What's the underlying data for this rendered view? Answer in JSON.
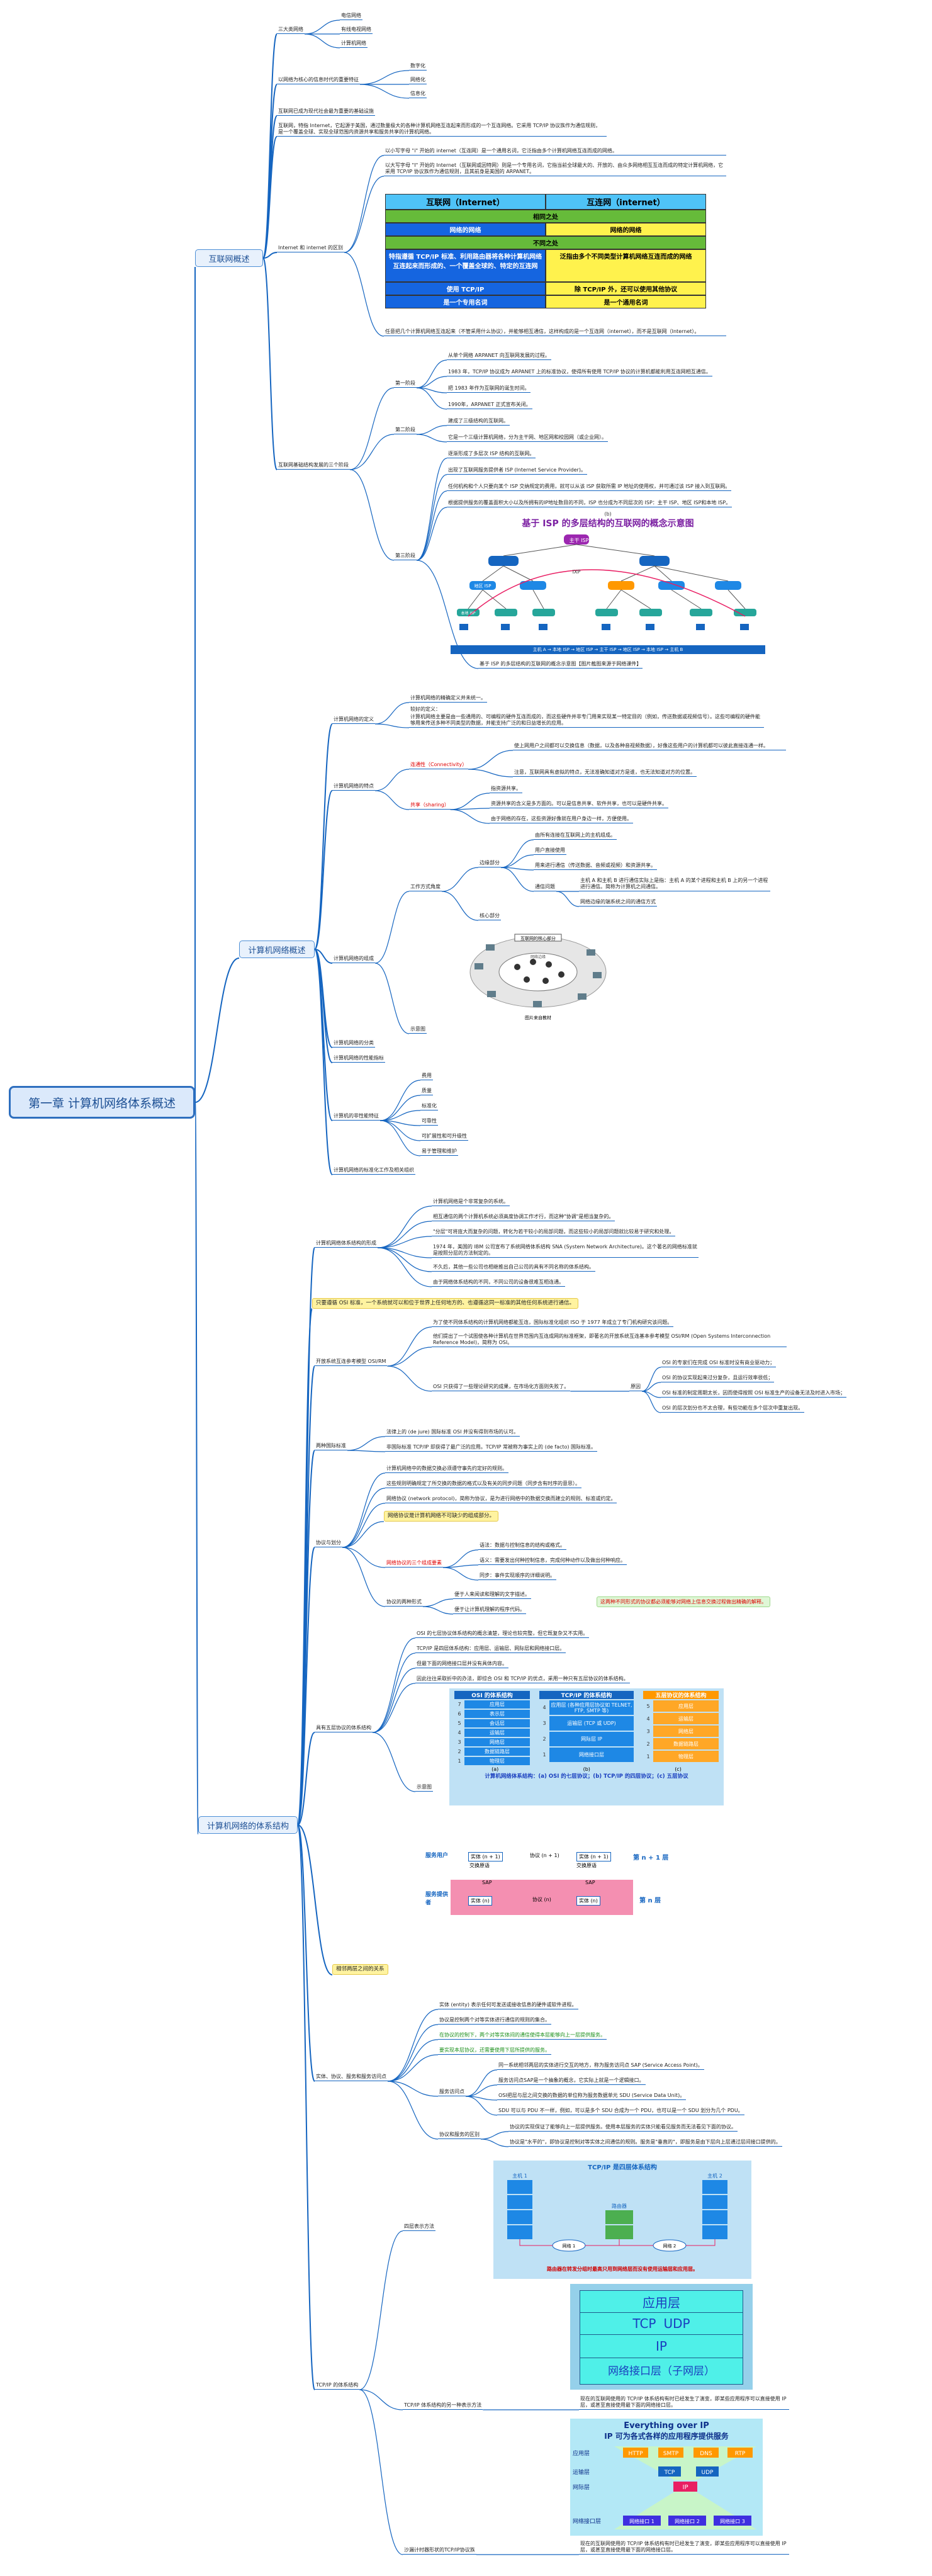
{
  "title": "第一章 计算机网络体系概述",
  "sections": {
    "s1": "互联网概述",
    "s2": "计算机网络概述",
    "s3": "计算机网络的体系结构"
  },
  "s1": {
    "triple_nets": {
      "label": "三大类网络",
      "items": [
        "电信网络",
        "有线电视网络",
        "计算机网络"
      ]
    },
    "features": {
      "label": "以网络为核心的信息时代的重要特征",
      "items": [
        "数字化",
        "网络化",
        "信息化"
      ]
    },
    "rows": [
      "互联网已成为现代社会最为重要的基础设施",
      "互联网，特指 Internet，它起源于美国，通过数量极大的各种计算机网络互连起来而形成的一个互连网络。它采用 TCP/IP 协议族作为通信规则，是一个覆盖全球、实现全球范围内资源共享和服务共享的计算机网络。"
    ],
    "inet_diff": {
      "label": "Internet 和 internet 的区别",
      "text1": "以小写字母 \"i\" 开始的 internet（互连网）是一个通用名词，它泛指由多个计算机网络互连而成的网络。",
      "text2": "以大写字母 \"I\" 开始的 Internet（互联网或因特网）则是一个专用名词，它指当前全球最大的、开放的、由众多网络相互互连而成的特定计算机网络，它采用 TCP/IP 协议族作为通信规则，且其前身是美国的 ARPANET。",
      "table": {
        "h1": "互联网（Internet）",
        "h2": "互连网（internet）",
        "same": "相同之处",
        "same_l": "网络的网络",
        "same_r": "网络的网络",
        "diff": "不同之处",
        "d1_l": "特指遵循 TCP/IP 标准、利用路由器将各种计算机网络互连起来而形成的、一个覆盖全球的、特定的互连网",
        "d1_r": "泛指由多个不同类型计算机网络互连而成的网络",
        "d2_l": "使用 TCP/IP",
        "d2_r": "除 TCP/IP 外，还可以使用其他协议",
        "d3_l": "是一个专用名词",
        "d3_r": "是一个通用名词"
      },
      "text3": "任意把几个计算机网络互连起来（不管采用什么协议），并能够相互通信，这样构成的是一个互连网（internet），而不是互联网（Internet）。"
    },
    "stages": {
      "label": "互联网基础结构发展的三个阶段",
      "p1": {
        "label": "第一阶段",
        "items": [
          "从单个网络 ARPANET 向互联网发展的过程。",
          "1983 年，TCP/IP 协议成为 ARPANET 上的标准协议，使得所有使用 TCP/IP 协议的计算机都能利用互连网相互通信。",
          "把 1983 年作为互联网的诞生时间。",
          "1990年，ARPANET 正式宣布关闭。"
        ]
      },
      "p2": {
        "label": "第二阶段",
        "items": [
          "建成了三级结构的互联网。",
          "它是一个三级计算机网络，分为主干网、地区网和校园网（或企业网）。"
        ]
      },
      "p3": {
        "label": "第三阶段",
        "items": [
          "逐渐形成了多层次 ISP 结构的互联网。",
          "出现了互联网服务提供者 ISP (Internet Service Provider)。",
          "任何机构和个人只要向某个 ISP 交纳规定的费用，就可以从该 ISP 获取所需 IP 地址的使用权，并可通过该 ISP 接入到互联网。",
          "根据提供服务的覆盖面积大小以及所拥有的IP地址数目的不同，ISP 也分成为不同层次的 ISP：主干 ISP、地区 ISP和本地 ISP。"
        ],
        "diagram_label": "(b)",
        "diagram_title": "基于 ISP 的多层结构的互联网的概念示意图",
        "tier1": "主干 ISP",
        "tier2": "地区 ISP",
        "tier3": "本地 ISP",
        "ixp": "IXP",
        "legend": "主机 A → 本地 ISP → 地区 ISP → 主干 ISP → 地区 ISP → 本地 ISP → 主机 B",
        "caption": "基于 ISP 的多层结构的互联网的概念示意图【图片截图来源于网络课件】"
      }
    }
  },
  "s2": {
    "def": {
      "label": "计算机网络的定义",
      "l1": "计算机网络的精确定义并未统一。",
      "l2": "较好的定义：",
      "l3": "计算机网络主要是由一些通用的、可编程的硬件互连而成的，而这些硬件并非专门用来实现某一特定目的（例如，传送数据或视频信号）。这些可编程的硬件能够用来传送多种不同类型的数据，并能支持广泛的和日益增长的应用。"
    },
    "traits": {
      "label": "计算机网络的特点",
      "conn": "连通性（Connectivity）",
      "conn_items": [
        "使上网用户之间都可以交换信息（数据，以及各种音视频数据），好像这些用户的计算机都可以彼此直接连通一样。",
        "注意，互联网具有虚拟的特点，无法准确知道对方是谁，也无法知道对方的位置。"
      ],
      "share": "共享（sharing）",
      "share_items": [
        "指资源共享。",
        "资源共享的含义是多方面的。可以是信息共享、软件共享，也可以是硬件共享。",
        "由于网络的存在，这些资源好像就在用户身边一样，方便使用。"
      ]
    },
    "composition": {
      "label": "计算机网络的组成",
      "work": "工作方式角度",
      "edge": "边缘部分",
      "edge_items": [
        "由所有连接在互联网上的主机组成。"
      ],
      "user_resource": "用户直接使用",
      "comm": "用来进行通信（传送数据、音频或视频）和资源共享。",
      "mode": "通信问题",
      "mode_l1": "主机 A 和主机 B 进行通信实际上是指：主机 A 的某个进程和主机 B 上的另一个进程进行通信。简称为计算机之间通信。",
      "mode_l2": "网络边缘的端系统之间的通信方式",
      "core": "核心部分",
      "diagram_title": "互联网的核心部分",
      "diagram_sub": "网络边缘",
      "diagram_caption": "图片来自教材",
      "diagram_label": "示意图"
    },
    "others": [
      "计算机网络的分类",
      "计算机网络的性能指标"
    ],
    "nonperf": {
      "label": "计算机的非性能特征",
      "items": [
        "费用",
        "质量",
        "标准化",
        "可靠性",
        "可扩展性和可升级性",
        "易于管理和维护"
      ]
    },
    "rules": "计算机网络的标准化工作及相关组织"
  },
  "s3": {
    "form": {
      "label": "计算机网络体系结构的形成",
      "items": [
        "计算机网络是个非常复杂的系统。",
        "相互通信的两个计算机系统必须高度协调工作才行，而这种\"协调\"是相当复杂的。",
        "\"分层\"可将庞大而复杂的问题，转化为若干较小的局部问题，而这些较小的局部问题就比较易于研究和处理。",
        "1974 年，美国的 IBM 公司宣布了系统网络体系结构 SNA (System Network Architecture)。这个著名的网络标准就是按照分层的方法制定的。",
        "不久后，其他一些公司也相继推出自己公司的具有不同名称的体系结构。",
        "由于网络体系结构的不同，不同公司的设备很难互相连通。"
      ]
    },
    "osi_banner": "只要遵循 OSI 标准，一个系统就可以和位于世界上任何地方的、也遵循这同一标准的其他任何系统进行通信。",
    "osi": {
      "label": "开放系统互连参考模型 OSI/RM",
      "items": [
        "为了使不同体系结构的计算机网络都能互连，国际标准化组织 ISO 于 1977 年成立了专门机构研究该问题。",
        "他们提出了一个试图使各种计算机在世界范围内互连成网的标准框架，即著名的开放系统互连基本参考模型 OSI/RM (Open Systems Interconnection Reference Model)，简称为 OSI。",
        "OSI 只获得了一些理论研究的成果，在市场化方面则失败了。"
      ],
      "why": "原因",
      "reasons": [
        "OSI 的专家们在完成 OSI 标准时没有商业驱动力；",
        "OSI 的协议实现起来过分复杂，且运行效率很低；",
        "OSI 标准的制定周期太长，因而使得按照 OSI 标准生产的设备无法及时进入市场；",
        "OSI 的层次划分也不太合理，有些功能在多个层次中重复出现。"
      ]
    },
    "two_std": {
      "label": "两种国际标准",
      "items": [
        "法律上的 (de jure) 国际标准 OSI 并没有得到市场的认可。",
        "非国际标准 TCP/IP 却获得了最广泛的应用。TCP/IP 常被称为事实上的 (de facto) 国际标准。"
      ]
    },
    "protocol": {
      "label": "协议与划分",
      "items": [
        "计算机网络中的数据交换必须遵守事先约定好的规则。",
        "这些规则明确规定了所交换的数据的格式以及有关的同步问题（同步含有时序的意思）。",
        "网络协议 (network protocol)，简称为协议，是为进行网络中的数据交换而建立的规则、标准或约定。"
      ],
      "yellow": "网络协议是计算机网络不可缺少的组成部分。",
      "elem": "网络协议的三个组成要素",
      "elem_items": [
        "语法：数据与控制信息的结构或格式。",
        "语义：需要发出何种控制信息，完成何种动作以及做出何种响应。",
        "同步：事件实现顺序的详细说明。"
      ],
      "forms": "协议的两种形式",
      "forms_items": [
        "便于人来阅读和理解的文字描述。",
        "便于让计算机理解的程序代码。"
      ],
      "forms_note": "这两种不同形式的协议都必须能够对网络上信息交换过程做出精确的解释。"
    },
    "five": {
      "label": "具有五层协议的体系结构",
      "items": [
        "OSI 的七层协议体系结构的概念清楚，理论也较完整，但它既复杂又不实用。",
        "TCP/IP 是四层体系结构：应用层、运输层、网际层和网络接口层。",
        "但最下面的网络接口层并没有具体内容。",
        "因此往往采取折中的办法，即综合 OSI 和 TCP/IP 的优点，采用一种只有五层协议的体系结构。"
      ],
      "diagram_label": "示意图",
      "osi_title": "OSI 的体系结构",
      "tcp_title": "TCP/IP 的体系结构",
      "five_title": "五层协议的体系结构",
      "osi_layers": [
        "应用层",
        "表示层",
        "会话层",
        "运输层",
        "网络层",
        "数据链路层",
        "物理层"
      ],
      "tcp_layers": [
        "应用层 (各种应用层协议如 TELNET, FTP, SMTP 等)",
        "运输层 (TCP 或 UDP)",
        "网际层 IP",
        "网络接口层"
      ],
      "five_layers": [
        "应用层",
        "运输层",
        "网络层",
        "数据链路层",
        "物理层"
      ],
      "caption": "计算机网络体系结构：(a) OSI 的七层协议；(b) TCP/IP 的四层协议；(c) 五层协议",
      "sub": [
        "(a)",
        "(b)",
        "(c)"
      ]
    },
    "entity": {
      "label": "实体、协议、服务和服务访问点",
      "items": [
        "实体 (entity) 表示任何可发送或接收信息的硬件或软件进程。",
        "协议是控制两个对等实体进行通信的规则的集合。",
        "在协议的控制下，两个对等实体间的通信使得本层能够向上一层提供服务。",
        "要实现本层协议，还需要使用下层所提供的服务。"
      ],
      "service": "服务访问点",
      "service_items": [
        "同一系统相邻两层的实体进行交互的地方，称为服务访问点 SAP (Service Access Point)。",
        "服务访问点SAP是一个抽象的概念，它实际上就是一个逻辑接口。",
        "OSI把层与层之间交换的数据的单位称为服务数据单元 SDU (Service Data Unit)。",
        "SDU 可以与 PDU 不一样，例如，可以是多个 SDU 合成为一个 PDU，也可以是一个 SDU 划分为几个 PDU。"
      ],
      "rel": "协议和服务的区别",
      "rel_items": [
        "协议的实现保证了能够向上一层提供服务。使用本层服务的实体只能看见服务而无法看见下面的协议。",
        "协议是\"水平的\"，即协议是控制对等实体之间通信的规则。服务是\"垂直的\"，即服务是由下层向上层通过层间接口提供的。"
      ],
      "diagram": {
        "user": "服务用户",
        "provider": "服务提供者",
        "n1": "实体 (n + 1)",
        "n": "实体 (n)",
        "proto_n1": "协议 (n + 1)",
        "proto_n": "协议 (n)",
        "exchange": "交换原语",
        "sap": "SAP",
        "layer_n1": "第 n + 1 层",
        "layer_n": "第 n 层"
      },
      "rel_label": "相邻两层之间的关系"
    },
    "tcpip": {
      "label": "TCP/IP 的体系结构",
      "four_title": "TCP/IP 是四层体系结构",
      "four_caption": "路由器在转发分组时最高只用到网络层而没有使用运输层和应用层。",
      "host1": "主机 1",
      "host2": "主机 2",
      "router": "路由器",
      "net1": "网络 1",
      "net2": "网络 2",
      "four_label": "四层表示方法",
      "stack": [
        "应用层",
        "TCP",
        "UDP",
        "IP",
        "网络接口层（子网层）"
      ],
      "stack_label": "TCP/IP 体系结构的另一种表示方法",
      "stack_note": "现在的互联网使用的 TCP/IP 体系结构有时已经发生了演变，即某些应用程序可以直接使用 IP 层，或甚至直接使用最下面的网络接口层。",
      "hourglass_title1": "Everything over IP",
      "hourglass_title2": "IP 可为各式各样的应用程序提供服务",
      "hg_rows": [
        "应用层",
        "运输层",
        "网际层",
        "网络接口层"
      ],
      "hg_apps": [
        "HTTP",
        "SMTP",
        "DNS",
        "RTP"
      ],
      "hg_trans": [
        "TCP",
        "UDP"
      ],
      "hg_ip": "IP",
      "hg_nets": [
        "网络接口 1",
        "网络接口 2",
        "网络接口 3"
      ],
      "hg_label": "沙漏计时器形状的TCP/IP协议族",
      "hg_note": "现在的互联网使用的 TCP/IP 体系结构有时已经发生了演变，即某些应用程序可以直接使用 IP 层，或甚至直接使用最下面的网络接口层。"
    }
  }
}
